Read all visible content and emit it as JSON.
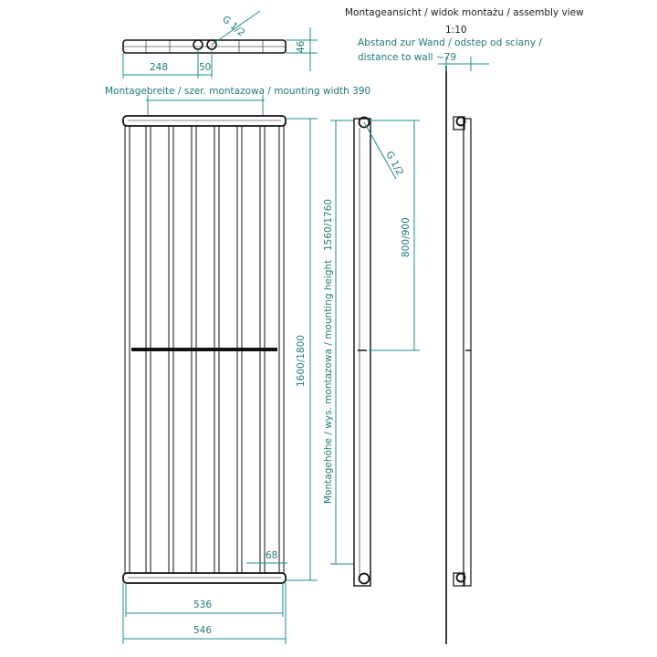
{
  "header": {
    "title": "Montageansicht / widok montażu / assembly view",
    "scale": "1:10"
  },
  "labels": {
    "wall_distance_1": "Abstand zur Wand / odstep od sciany /",
    "wall_distance_2": "distance to wall ~79",
    "mounting_width": "Montagebreite / szer. montazowa / mounting width 390",
    "mounting_height": "Montagehöhe / wys. montazowa / mounting height",
    "thread_top": "G 1/2",
    "thread_side": "G 1/2"
  },
  "dimensions": {
    "d248": "248",
    "d50": "50",
    "d46": "46",
    "h_mount": "1560/1760",
    "h_total": "1600/1800",
    "h_inlet": "800/900",
    "d68": "68",
    "d536": "536",
    "d546": "546"
  },
  "colors": {
    "outline": "#111111",
    "dimension": "#1f8c8c"
  }
}
